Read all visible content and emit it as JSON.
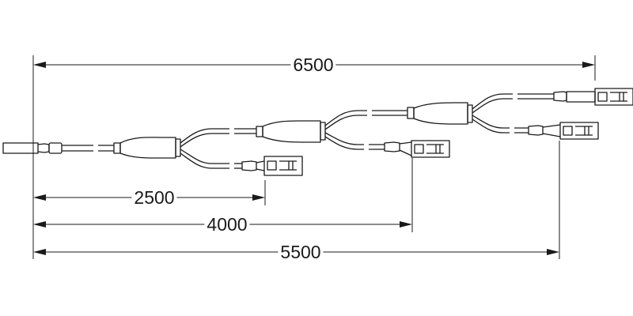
{
  "dimensions": {
    "overall": "6500",
    "first_outlet": "2500",
    "second_outlet": "4000",
    "third_outlet": "5500"
  },
  "colors": {
    "line": "#1a1a1a",
    "background": "#ffffff"
  }
}
